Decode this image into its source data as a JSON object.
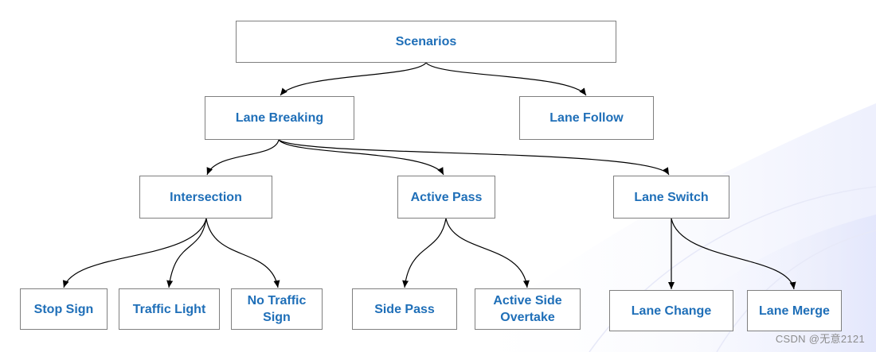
{
  "nodes": {
    "scenarios": "Scenarios",
    "lane_breaking": "Lane Breaking",
    "lane_follow": "Lane Follow",
    "intersection": "Intersection",
    "active_pass": "Active Pass",
    "lane_switch": "Lane Switch",
    "stop_sign": "Stop Sign",
    "traffic_light": "Traffic Light",
    "no_traffic_sign": "No Traffic Sign",
    "side_pass": "Side Pass",
    "active_side_overtake": "Active Side Overtake",
    "lane_change": "Lane Change",
    "lane_merge": "Lane Merge"
  },
  "watermark": "CSDN @无意2121",
  "colors": {
    "node_text": "#1f6fb8",
    "node_border": "#7f7f7f",
    "edge": "#000000"
  }
}
